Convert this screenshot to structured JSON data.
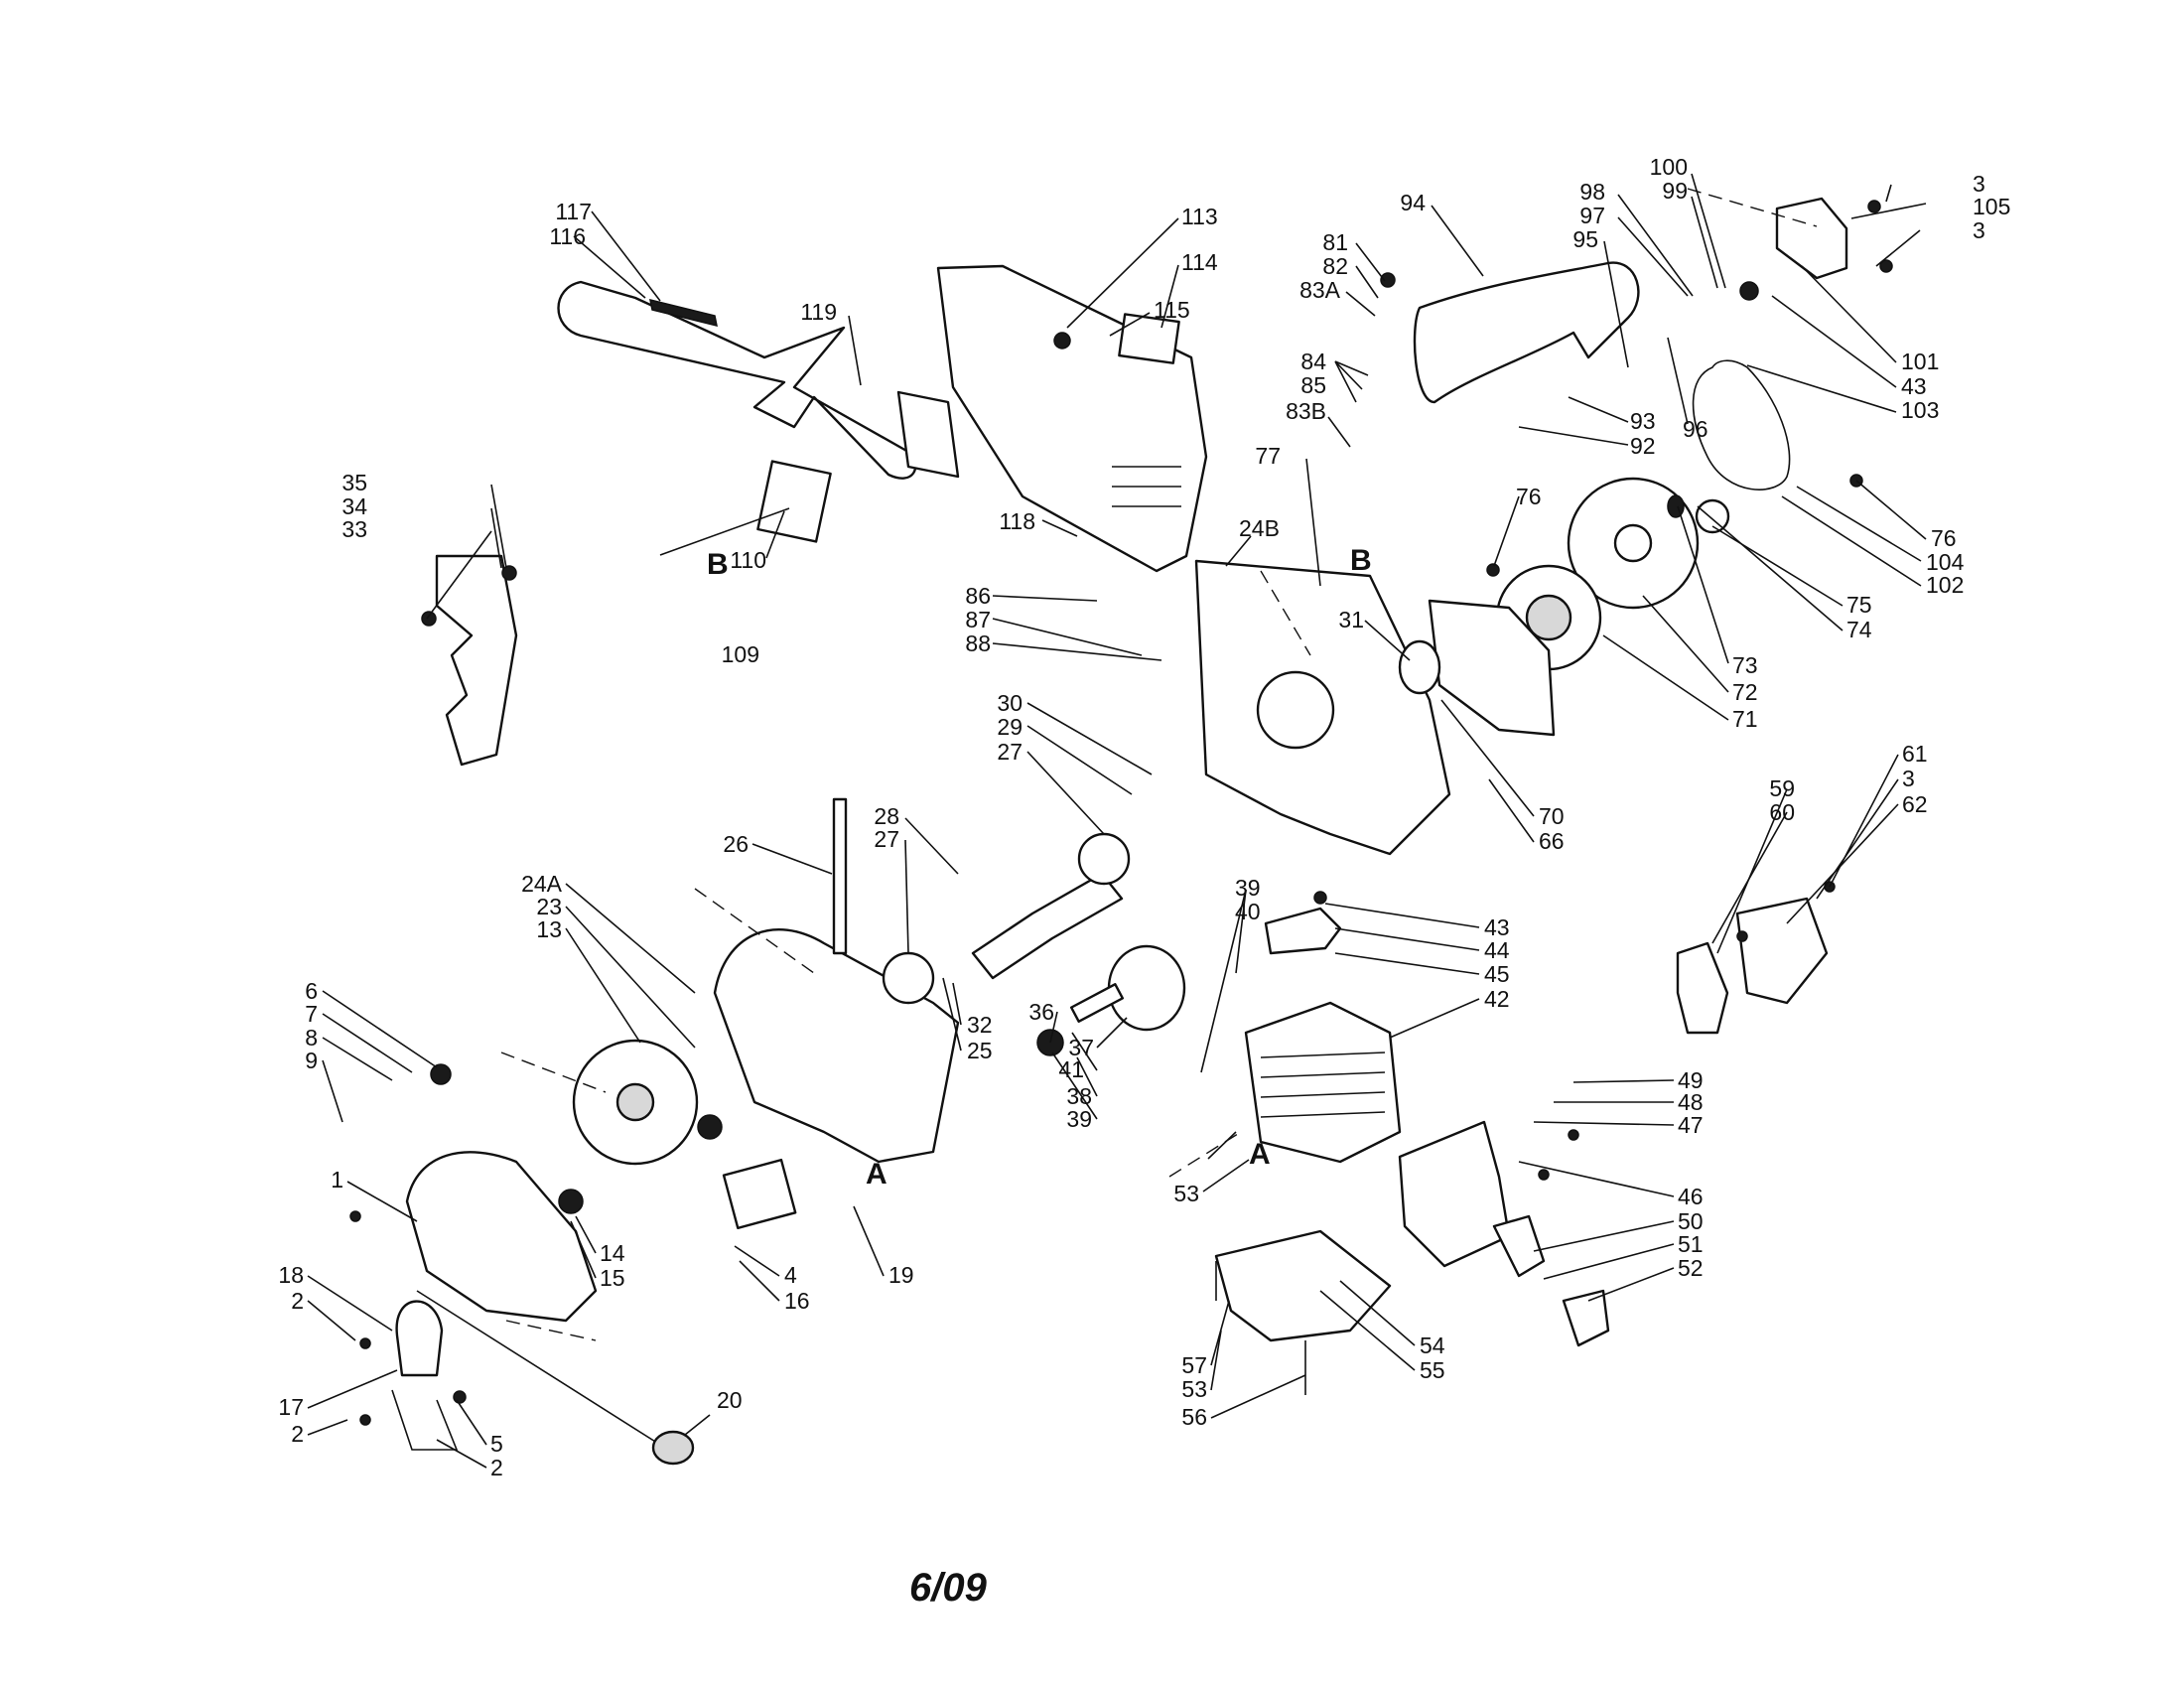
{
  "date_code": "6/09",
  "section_markers": {
    "b_left": "B",
    "b_right": "B",
    "a_left": "A",
    "a_right": "A"
  },
  "callouts": [
    {
      "id": "c117",
      "text": "117"
    },
    {
      "id": "c116",
      "text": "116"
    },
    {
      "id": "c119",
      "text": "119"
    },
    {
      "id": "c113",
      "text": "113"
    },
    {
      "id": "c114",
      "text": "114"
    },
    {
      "id": "c115",
      "text": "115"
    },
    {
      "id": "c81",
      "text": "81"
    },
    {
      "id": "c82",
      "text": "82"
    },
    {
      "id": "c83a",
      "text": "83A"
    },
    {
      "id": "c84",
      "text": "84"
    },
    {
      "id": "c85",
      "text": "85"
    },
    {
      "id": "c83b",
      "text": "83B"
    },
    {
      "id": "c77",
      "text": "77"
    },
    {
      "id": "c94",
      "text": "94"
    },
    {
      "id": "c98",
      "text": "98"
    },
    {
      "id": "c97",
      "text": "97"
    },
    {
      "id": "c95",
      "text": "95"
    },
    {
      "id": "c100",
      "text": "100"
    },
    {
      "id": "c99",
      "text": "99"
    },
    {
      "id": "c3a",
      "text": "3"
    },
    {
      "id": "c105",
      "text": "105"
    },
    {
      "id": "c3b",
      "text": "3"
    },
    {
      "id": "c101",
      "text": "101"
    },
    {
      "id": "c43a",
      "text": "43"
    },
    {
      "id": "c103",
      "text": "103"
    },
    {
      "id": "c96",
      "text": "96"
    },
    {
      "id": "c93",
      "text": "93"
    },
    {
      "id": "c92",
      "text": "92"
    },
    {
      "id": "c76a",
      "text": "76"
    },
    {
      "id": "c76b",
      "text": "76"
    },
    {
      "id": "c104",
      "text": "104"
    },
    {
      "id": "c102",
      "text": "102"
    },
    {
      "id": "c75",
      "text": "75"
    },
    {
      "id": "c74",
      "text": "74"
    },
    {
      "id": "c73",
      "text": "73"
    },
    {
      "id": "c72",
      "text": "72"
    },
    {
      "id": "c71",
      "text": "71"
    },
    {
      "id": "c31",
      "text": "31"
    },
    {
      "id": "c70",
      "text": "70"
    },
    {
      "id": "c66",
      "text": "66"
    },
    {
      "id": "c24b",
      "text": "24B"
    },
    {
      "id": "c118",
      "text": "118"
    },
    {
      "id": "c110",
      "text": "110"
    },
    {
      "id": "c109",
      "text": "109"
    },
    {
      "id": "c35",
      "text": "35"
    },
    {
      "id": "c34",
      "text": "34"
    },
    {
      "id": "c33",
      "text": "33"
    },
    {
      "id": "c86",
      "text": "86"
    },
    {
      "id": "c87",
      "text": "87"
    },
    {
      "id": "c88",
      "text": "88"
    },
    {
      "id": "c30",
      "text": "30"
    },
    {
      "id": "c29",
      "text": "29"
    },
    {
      "id": "c27a",
      "text": "27"
    },
    {
      "id": "c26",
      "text": "26"
    },
    {
      "id": "c28",
      "text": "28"
    },
    {
      "id": "c27b",
      "text": "27"
    },
    {
      "id": "c24a",
      "text": "24A"
    },
    {
      "id": "c23",
      "text": "23"
    },
    {
      "id": "c13",
      "text": "13"
    },
    {
      "id": "c6",
      "text": "6"
    },
    {
      "id": "c7",
      "text": "7"
    },
    {
      "id": "c8",
      "text": "8"
    },
    {
      "id": "c9",
      "text": "9"
    },
    {
      "id": "c32",
      "text": "32"
    },
    {
      "id": "c25",
      "text": "25"
    },
    {
      "id": "c36",
      "text": "36"
    },
    {
      "id": "c37",
      "text": "37"
    },
    {
      "id": "c38",
      "text": "38"
    },
    {
      "id": "c39a",
      "text": "39"
    },
    {
      "id": "c39b",
      "text": "39"
    },
    {
      "id": "c40",
      "text": "40"
    },
    {
      "id": "c41",
      "text": "41"
    },
    {
      "id": "c43b",
      "text": "43"
    },
    {
      "id": "c44",
      "text": "44"
    },
    {
      "id": "c45",
      "text": "45"
    },
    {
      "id": "c42",
      "text": "42"
    },
    {
      "id": "c53a",
      "text": "53"
    },
    {
      "id": "c49",
      "text": "49"
    },
    {
      "id": "c48",
      "text": "48"
    },
    {
      "id": "c47",
      "text": "47"
    },
    {
      "id": "c46",
      "text": "46"
    },
    {
      "id": "c50",
      "text": "50"
    },
    {
      "id": "c51",
      "text": "51"
    },
    {
      "id": "c52",
      "text": "52"
    },
    {
      "id": "c59",
      "text": "59"
    },
    {
      "id": "c60",
      "text": "60"
    },
    {
      "id": "c61",
      "text": "61"
    },
    {
      "id": "c3c",
      "text": "3"
    },
    {
      "id": "c62",
      "text": "62"
    },
    {
      "id": "c1",
      "text": "1"
    },
    {
      "id": "c14",
      "text": "14"
    },
    {
      "id": "c15",
      "text": "15"
    },
    {
      "id": "c4",
      "text": "4"
    },
    {
      "id": "c16",
      "text": "16"
    },
    {
      "id": "c19",
      "text": "19"
    },
    {
      "id": "c18",
      "text": "18"
    },
    {
      "id": "c2a",
      "text": "2"
    },
    {
      "id": "c17",
      "text": "17"
    },
    {
      "id": "c2b",
      "text": "2"
    },
    {
      "id": "c5",
      "text": "5"
    },
    {
      "id": "c2c",
      "text": "2"
    },
    {
      "id": "c20",
      "text": "20"
    },
    {
      "id": "c57",
      "text": "57"
    },
    {
      "id": "c53b",
      "text": "53"
    },
    {
      "id": "c56",
      "text": "56"
    },
    {
      "id": "c54",
      "text": "54"
    },
    {
      "id": "c55",
      "text": "55"
    }
  ]
}
